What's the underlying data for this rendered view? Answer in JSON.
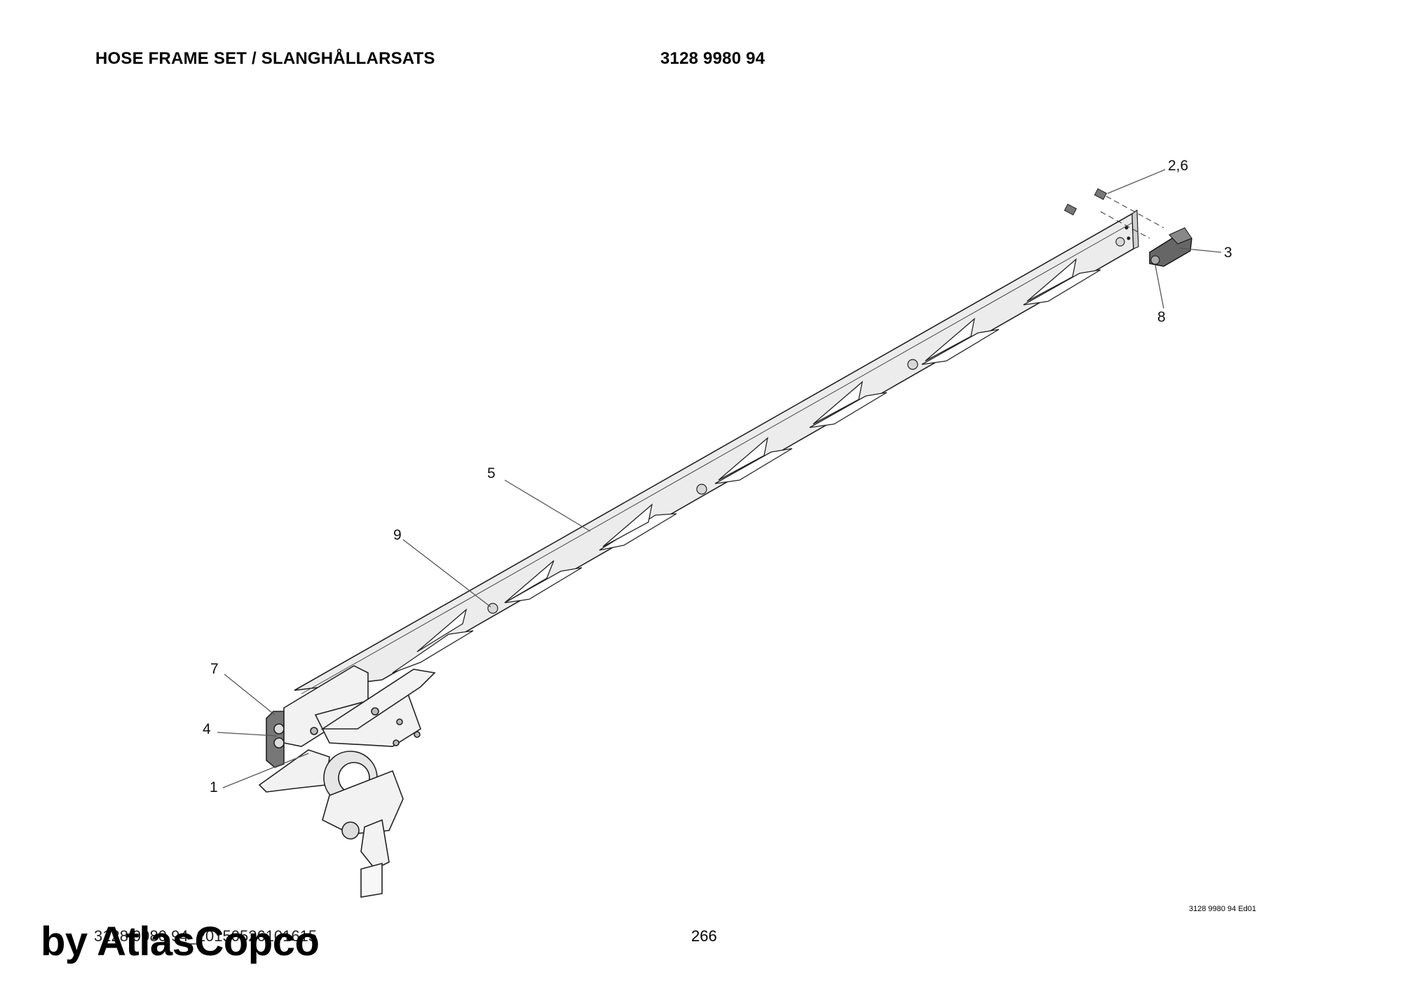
{
  "header": {
    "title": "HOSE FRAME SET / SLANGHÅLLARSATS",
    "part_number": "3128 9980 94"
  },
  "callouts": [
    {
      "id": "c-2-6",
      "label": "2,6"
    },
    {
      "id": "c-3",
      "label": "3"
    },
    {
      "id": "c-8",
      "label": "8"
    },
    {
      "id": "c-5",
      "label": "5"
    },
    {
      "id": "c-9",
      "label": "9"
    },
    {
      "id": "c-7",
      "label": "7"
    },
    {
      "id": "c-4",
      "label": "4"
    },
    {
      "id": "c-1",
      "label": "1"
    }
  ],
  "footer": {
    "edition": "3128 9980 94 Ed01",
    "file_code": "3128 9980 94_20150526101615",
    "page_number": "266",
    "brand": "by AtlasCopco"
  }
}
